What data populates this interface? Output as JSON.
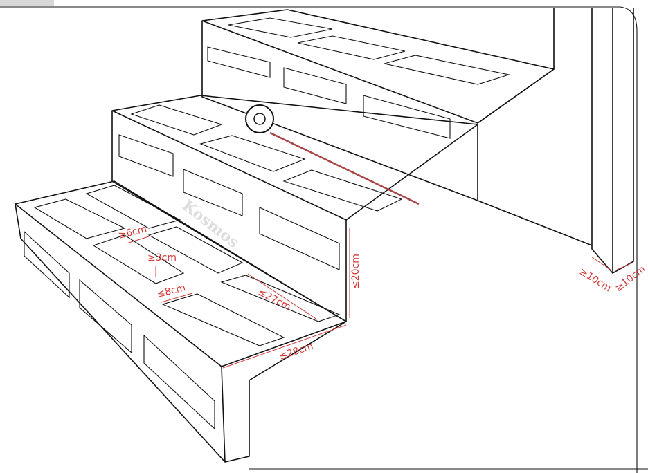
{
  "watermark": "Kosmos",
  "colors": {
    "line": "#111111",
    "dimension": "#d23a3a"
  },
  "dimensions": {
    "hole_gap": "≥6cm",
    "hole_depth": "≥3cm",
    "hole_width": "≤8cm",
    "hole_length": "≤27cm",
    "step_height": "≤20cm",
    "step_depth": "≤28cm",
    "post_width_a": "≥10cm",
    "post_width_b": "≥10cm"
  }
}
